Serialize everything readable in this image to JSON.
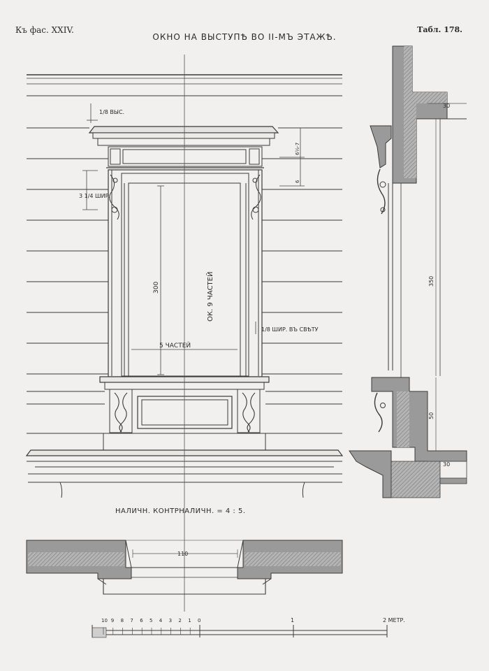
{
  "header": {
    "left": "Къ фас. XXIV.",
    "title": "ОКНО НА ВЫСТУПѢ ВО II-МЪ ЭТАЖѢ.",
    "right": "Табл. 178."
  },
  "elevation": {
    "dim_height_top": "1/8 ВЫС.",
    "dim_width": "3 1/4 ШИР.",
    "dim_height_main": "300",
    "dim_parts_tall": "ОК. 9 ЧАСТЕЙ",
    "dim_parts_wide": "5 ЧАСТЕЙ",
    "dim_clear": "1/8 ШИР. ВЪ СВѢТУ",
    "dim_right_a": "6½-7",
    "dim_right_b": "6"
  },
  "section": {
    "dim_top": "30",
    "dim_height": "350",
    "dim_sill": "50",
    "dim_bottom": "30"
  },
  "ratio_note": "НАЛИЧН. КОНТРНАЛИЧН. = 4 : 5.",
  "plan": {
    "dim_width": "110"
  },
  "scale": {
    "ticks": [
      "10",
      "9",
      "8",
      "7",
      "6",
      "5",
      "4",
      "3",
      "2",
      "1",
      "0"
    ],
    "label_one": "1",
    "label_two": "2 МЕТР."
  }
}
